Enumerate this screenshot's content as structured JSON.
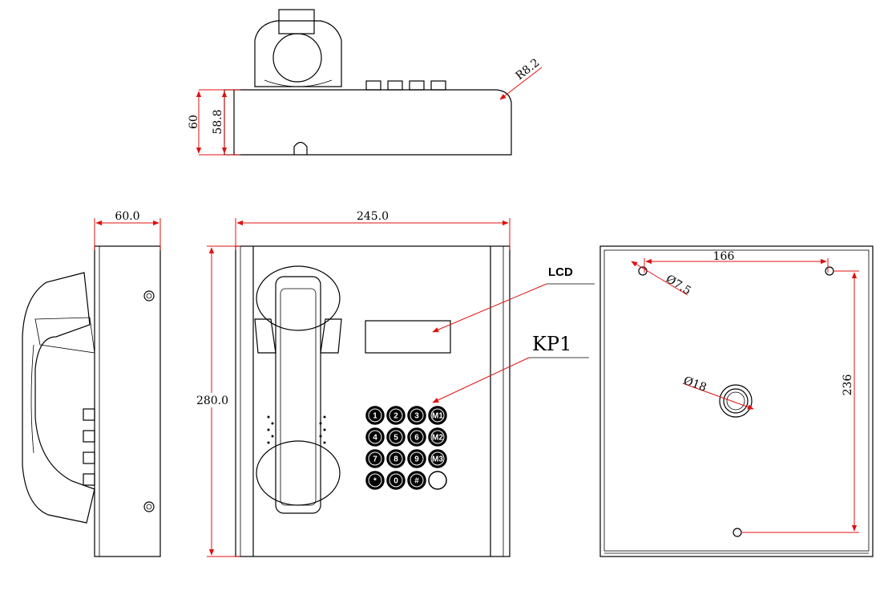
{
  "top_view": {
    "dim_height_outer": "60",
    "dim_height_inner": "58.8",
    "dim_radius": "R8.2"
  },
  "side_view": {
    "dim_depth": "60.0"
  },
  "front_view": {
    "dim_width": "245.0",
    "dim_height": "280.0",
    "label_lcd": "LCD",
    "label_keypad": "KP1",
    "keys": [
      "1",
      "2",
      "3",
      "M1",
      "4",
      "5",
      "6",
      "M2",
      "7",
      "8",
      "9",
      "M3",
      "*",
      "0",
      "#",
      ""
    ]
  },
  "back_view": {
    "dim_hole_spacing_h": "166",
    "dim_hole_diameter": "Ø7.5",
    "dim_center_hole": "Ø18",
    "dim_hole_spacing_v": "236"
  },
  "colors": {
    "outline": "#000000",
    "dimension": "#e01010"
  }
}
